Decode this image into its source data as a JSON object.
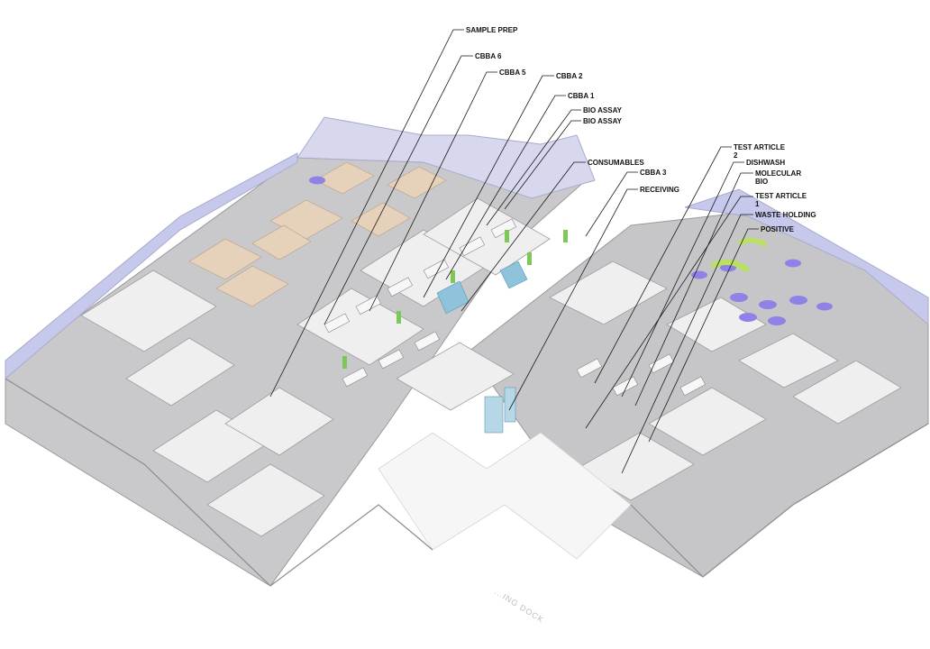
{
  "labels": {
    "sample_prep": "SAMPLE PREP",
    "cbba_6": "CBBA 6",
    "cbba_5": "CBBA 5",
    "cbba_2": "CBBA 2",
    "cbba_1": "CBBA 1",
    "bio_assay_a": "BIO ASSAY",
    "bio_assay_b": "BIO ASSAY",
    "consumables": "CONSUMABLES",
    "cbba_3": "CBBA 3",
    "receiving": "RECEIVING",
    "test_article_2_line1": "TEST ARTICLE",
    "test_article_2_line2": "2",
    "dishwash": "DISHWASH",
    "molecular_bio_line1": "MOLECULAR",
    "molecular_bio_line2": "BIO",
    "test_article_1_line1": "TEST ARTICLE",
    "test_article_1_line2": "1",
    "waste_holding": "WASTE HOLDING",
    "positive": "POSITIVE"
  },
  "dock_text": "...ING DOCK",
  "colors": {
    "floor": "#c9c9cb",
    "wall": "#f4f4f4",
    "wall_shadow": "#a9a9ad",
    "glass": "#c6c8ec",
    "furniture": "#e6d2bb",
    "lab_green": "#7ec85a",
    "hood_blue": "#8fc3dc",
    "accent_purple": "#8f82e6",
    "accent_lime": "#b8e35a"
  }
}
